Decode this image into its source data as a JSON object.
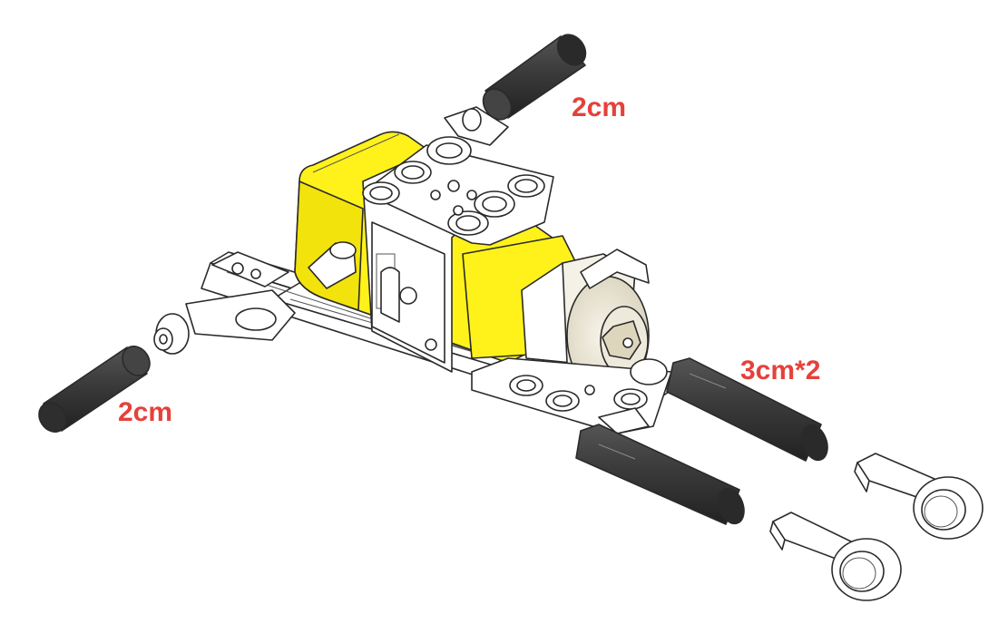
{
  "labels": {
    "axle_top": "2cm",
    "axle_left": "2cm",
    "axle_long": "3cm*2"
  },
  "colors": {
    "label": "#e5413b",
    "motor_yellow": "#fff21a",
    "axle_black": "#3a3a3a",
    "part_white": "#ffffff",
    "rim_beige": "#eeeadb"
  }
}
